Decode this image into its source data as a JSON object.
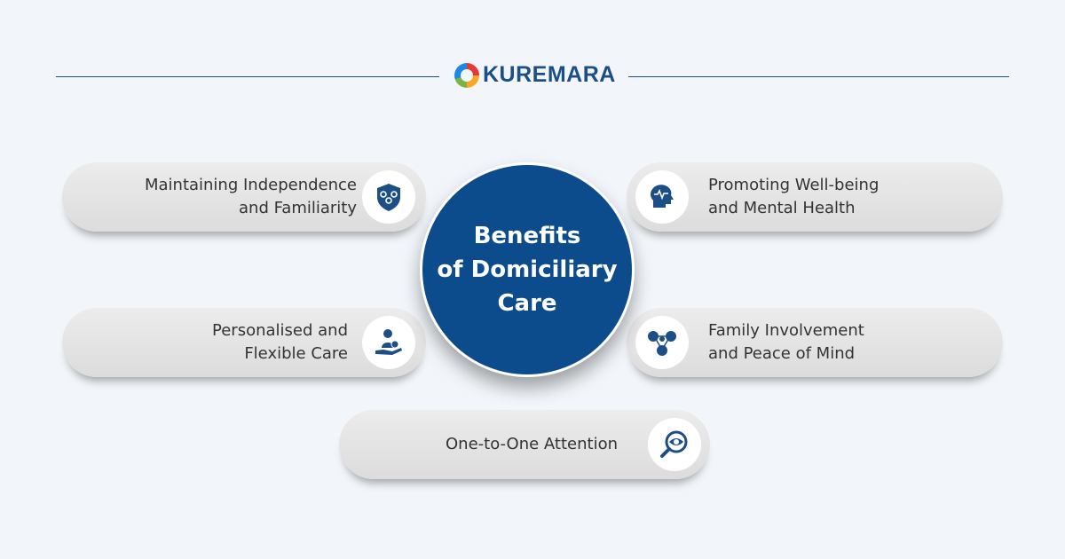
{
  "brand": {
    "name": "KUREMARA"
  },
  "center": {
    "title_line1": "Benefits",
    "title_line2": "of Domiciliary",
    "title_line3": "Care"
  },
  "benefits": [
    {
      "line1": "Maintaining Independence",
      "line2": "and Familiarity",
      "icon": "shield-family-icon"
    },
    {
      "line1": "Promoting Well-being",
      "line2": "and Mental Health",
      "icon": "head-heartbeat-icon"
    },
    {
      "line1": "Personalised and",
      "line2": "Flexible Care",
      "icon": "hand-care-icon"
    },
    {
      "line1": "Family Involvement",
      "line2": "and Peace of Mind",
      "icon": "family-network-icon"
    },
    {
      "line1": "One-to-One Attention",
      "icon": "magnifier-eye-icon"
    }
  ],
  "colors": {
    "primary": "#0d4c8c",
    "background": "#f2f6fa",
    "pill": "#e3e3e3"
  }
}
